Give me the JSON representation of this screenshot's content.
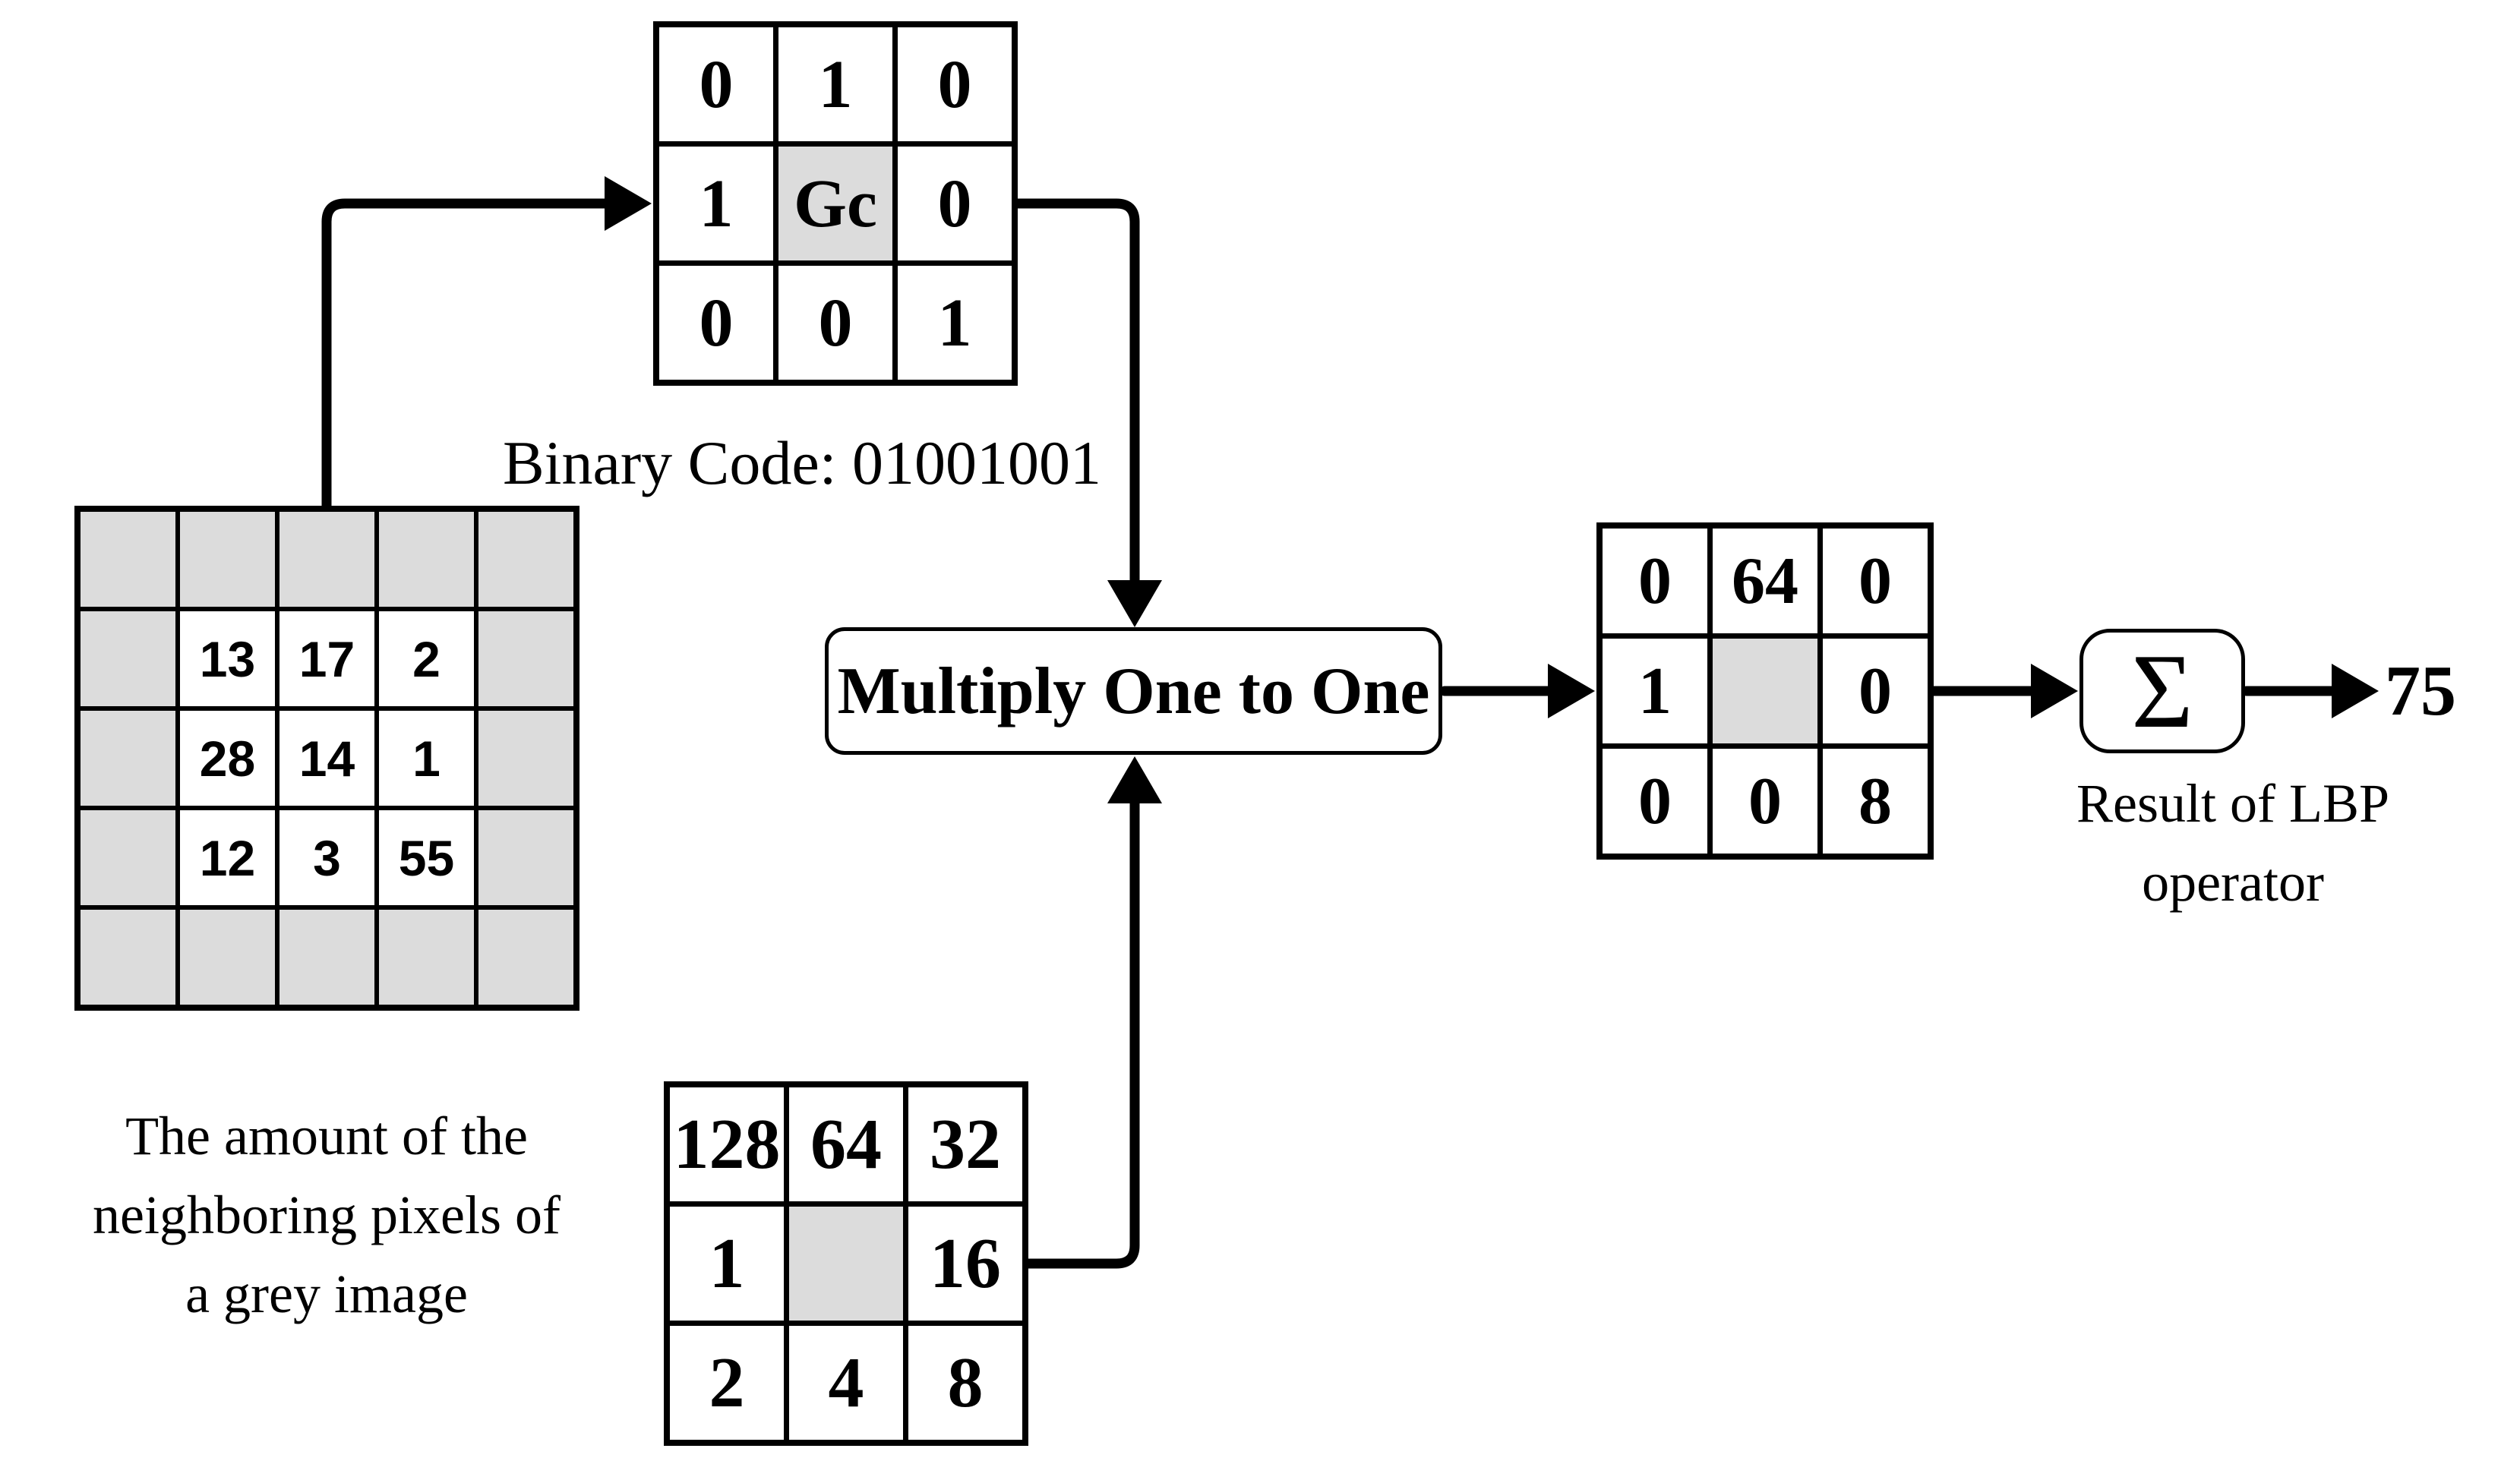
{
  "binary_grid": {
    "cells": [
      "0",
      "1",
      "0",
      "1",
      "Gc",
      "0",
      "0",
      "0",
      "1"
    ]
  },
  "binary_code_label": "Binary Code: 01001001",
  "neighbors_grid": {
    "cells": [
      "13",
      "17",
      "2",
      "28",
      "14",
      "1",
      "12",
      "3",
      "55"
    ]
  },
  "neighbors_caption": {
    "line1": "The amount of the",
    "line2": "neighboring pixels of",
    "line3": "a grey image"
  },
  "multiply_box_label": "Multiply One to One",
  "weights_grid": {
    "cells": [
      "128",
      "64",
      "32",
      "1",
      "",
      "16",
      "2",
      "4",
      "8"
    ]
  },
  "result_grid": {
    "cells": [
      "0",
      "64",
      "0",
      "1",
      "",
      "0",
      "0",
      "0",
      "8"
    ]
  },
  "sum_symbol": "Σ",
  "result_value": "75",
  "result_caption": {
    "line1": "Result of LBP",
    "line2": "operator"
  },
  "colors": {
    "cell_grey": "#DCDCDC",
    "ink": "#000000",
    "background": "#FFFFFF"
  }
}
